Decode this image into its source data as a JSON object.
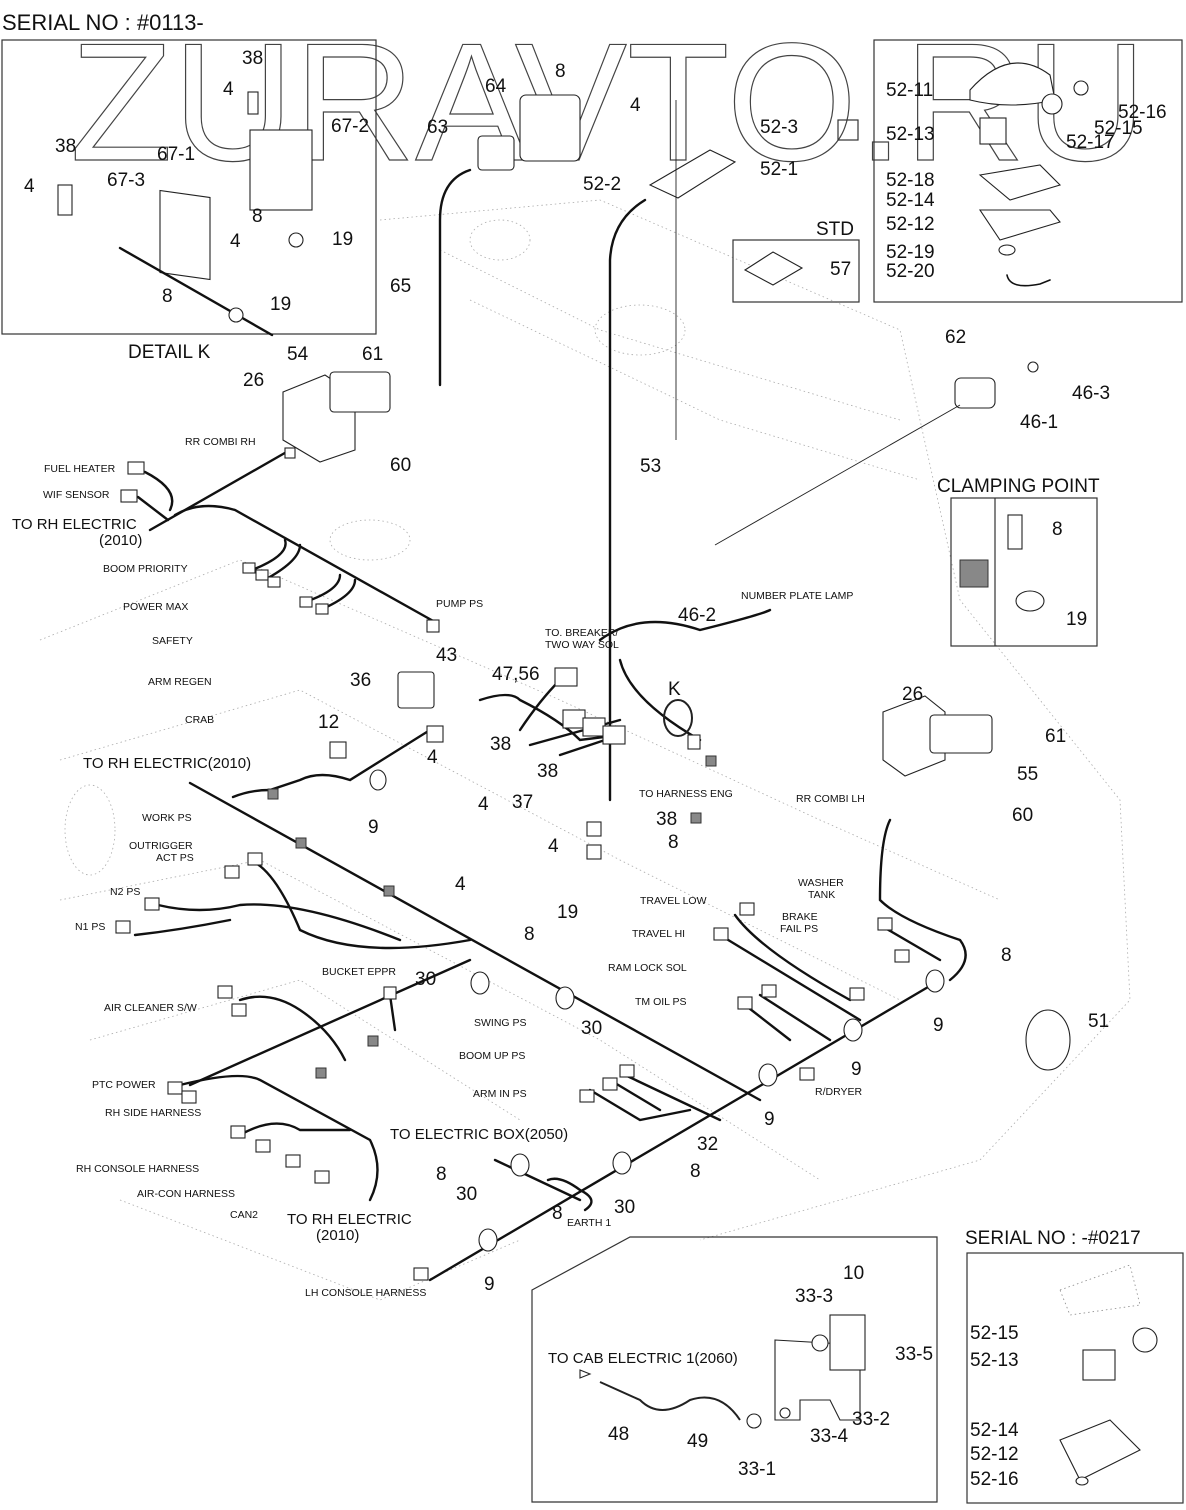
{
  "watermark": "ZURAVTO.RU",
  "serial_top": "SERIAL NO : #0113-",
  "serial_bottom": "SERIAL NO : -#0217",
  "detail_k": {
    "title": "DETAIL K",
    "callouts": [
      "38",
      "4",
      "67-2",
      "38",
      "4",
      "67-1",
      "67-3",
      "8",
      "4",
      "19",
      "8",
      "19"
    ]
  },
  "top_center": {
    "callouts": [
      "8",
      "64",
      "63",
      "65",
      "4",
      "52-3",
      "52-1",
      "52-2",
      "57"
    ],
    "std_label": "STD"
  },
  "top_right_box": {
    "callouts": [
      "52-11",
      "52-13",
      "52-16",
      "52-15",
      "52-17",
      "52-18",
      "52-14",
      "52-12",
      "52-19",
      "52-20"
    ]
  },
  "rr_combi_rh": {
    "callouts": [
      "54",
      "61",
      "26",
      "60"
    ],
    "label": "RR COMBI RH"
  },
  "lamp": {
    "callouts": [
      "62",
      "46-3",
      "46-1"
    ]
  },
  "clamping_point": {
    "title": "CLAMPING POINT",
    "callouts": [
      "8",
      "19"
    ]
  },
  "harness_labels": {
    "fuel_heater": "FUEL HEATER",
    "wif_sensor": "WIF SENSOR",
    "to_rh_electric_1": "TO RH ELECTRIC",
    "to_rh_electric_1_code": "(2010)",
    "boom_priority": "BOOM PRIORITY",
    "power_max": "POWER MAX",
    "safety": "SAFETY",
    "arm_regen": "ARM REGEN",
    "crab": "CRAB",
    "pump_ps": "PUMP PS",
    "to_breaker_1": "TO. BREAKER/",
    "to_breaker_2": "TWO WAY SOL",
    "number_plate_lamp": "NUMBER PLATE LAMP",
    "to_rh_electric_2": "TO RH ELECTRIC(2010)",
    "work_ps": "WORK PS",
    "outrigger_1": "OUTRIGGER",
    "outrigger_2": "ACT PS",
    "n2_ps": "N2 PS",
    "n1_ps": "N1 PS",
    "to_harness_eng": "TO HARNESS ENG",
    "rr_combi_lh": "RR COMBI LH",
    "washer_1": "WASHER",
    "washer_2": "TANK",
    "brake_1": "BRAKE",
    "brake_2": "FAIL PS",
    "travel_low": "TRAVEL LOW",
    "travel_hi": "TRAVEL HI",
    "ram_lock_sol": "RAM LOCK SOL",
    "tm_oil_ps": "TM OIL PS",
    "bucket_eppr": "BUCKET EPPR",
    "air_cleaner": "AIR CLEANER S/W",
    "swing_ps": "SWING PS",
    "boom_up_ps": "BOOM UP PS",
    "arm_in_ps": "ARM IN PS",
    "r_dryer": "R/DRYER",
    "ptc_power": "PTC POWER",
    "rh_side_harness": "RH SIDE HARNESS",
    "rh_console_harness": "RH CONSOLE HARNESS",
    "air_con_harness": "AIR-CON HARNESS",
    "can2": "CAN2",
    "to_electric_box": "TO ELECTRIC BOX(2050)",
    "to_rh_electric_3": "TO RH ELECTRIC",
    "to_rh_electric_3_code": "(2010)",
    "earth1": "EARTH 1",
    "lh_console_harness": "LH CONSOLE HARNESS",
    "k_marker": "K"
  },
  "mid_callouts": {
    "c36": "36",
    "c43": "43",
    "c4756": "47,56",
    "c12": "12",
    "c4a": "4",
    "c38a": "38",
    "c9a": "9",
    "c4b": "4",
    "c38b": "38",
    "c37": "37",
    "c4c": "4",
    "c38c": "38",
    "c8a": "8",
    "c4d": "4",
    "c19": "19",
    "c462": "46-2",
    "c53": "53",
    "c8b": "8",
    "c30a": "30",
    "c30b": "30",
    "c26": "26",
    "c61": "61",
    "c55": "55",
    "c60": "60",
    "c8c": "8",
    "c9b": "9",
    "c51": "51",
    "c9c": "9",
    "c9d": "9",
    "c32": "32",
    "c8d": "8",
    "c30c": "30",
    "c30d": "30",
    "c8e": "8",
    "c8f": "8",
    "c9e": "9"
  },
  "washer_box": {
    "label": "TO CAB ELECTRIC 1(2060)",
    "callouts": [
      "10",
      "33-3",
      "33-5",
      "33-2",
      "33-4",
      "33-1",
      "48",
      "49"
    ]
  },
  "bottom_right_box": {
    "callouts": [
      "52-15",
      "52-13",
      "52-14",
      "52-12",
      "52-16"
    ]
  }
}
